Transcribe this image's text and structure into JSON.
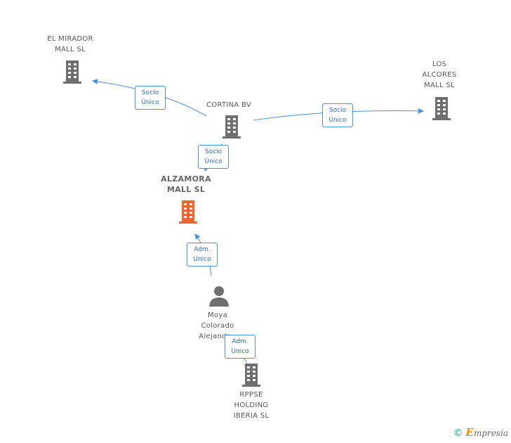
{
  "nodes": {
    "el_mirador": "EL MIRADOR\nMALL  SL",
    "los_alcores": "LOS\nALCORES\nMALL  SL",
    "cortina": "CORTINA BV",
    "alzamora": "ALZAMORA\nMALL  SL",
    "moya": "Moya\nColorado\nAlejandr...",
    "rppse": "RPPSE\nHOLDING\nIBERIA SL"
  },
  "edges": {
    "cortina_mirador": "Socio\nÚnico",
    "cortina_alcores": "Socio\nÚnico",
    "cortina_alzamora": "Socio\nÚnico",
    "moya_alzamora": "Adm.\nUnico",
    "moya_rppse": "Adm.\nUnico"
  },
  "colors": {
    "company_icon": "#6f6f6f",
    "main_company_icon": "#f0622e",
    "edge": "#4a90e2"
  },
  "footer": {
    "copyright": "©",
    "brand_e": "E",
    "brand_rest": "mpresia"
  }
}
